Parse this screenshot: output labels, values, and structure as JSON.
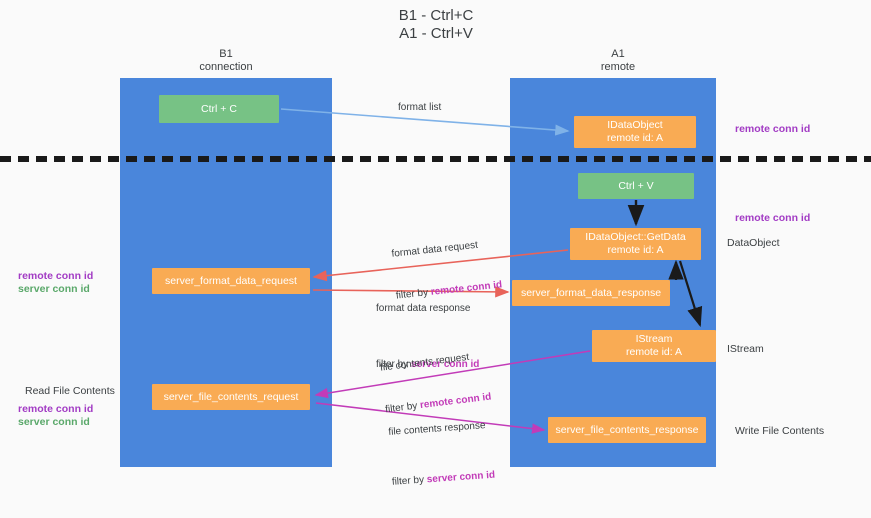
{
  "diagram": {
    "title": "B1 - Ctrl+C\nA1 - Ctrl+V",
    "colors": {
      "lane": "#4a86db",
      "node_green": "#77c285",
      "node_orange": "#f9ab54",
      "accent_purple": "#a23bc4",
      "accent_green": "#5aa86a",
      "arrow_red": "#e8635a",
      "arrow_magenta": "#c23bb8",
      "arrow_blue": "#7fb2e8",
      "arrow_black": "#1a1a1a",
      "background": "#fafafa"
    },
    "lanes": [
      {
        "id": "b1",
        "title": "B1",
        "subtitle": "connection"
      },
      {
        "id": "a1",
        "title": "A1",
        "subtitle": "remote"
      }
    ],
    "nodes": {
      "ctrl_c": "Ctrl + C",
      "idataobject": "IDataObject\nremote id: A",
      "ctrl_v": "Ctrl + V",
      "getdata": "IDataObject::GetData\nremote id: A",
      "server_format_data_request": "server_format_data_request",
      "server_format_data_response": "server_format_data_response",
      "istream": "IStream\nremote id: A",
      "server_file_contents_request": "server_file_contents_request",
      "server_file_contents_response": "server_file_contents_response"
    },
    "edge_labels": {
      "format_list": "format list",
      "format_data_request": "format data request",
      "format_data_request_filter_prefix": "filter by ",
      "format_data_request_filter_key": "remote conn id",
      "format_data_response": "format data response",
      "format_data_response_filter_prefix": "filter by ",
      "format_data_response_filter_key": "server conn id",
      "file_contents_request": "file contents request",
      "file_contents_request_filter_prefix": "filter by ",
      "file_contents_request_filter_key": "remote conn id",
      "file_contents_response": "file contents response",
      "file_contents_response_filter_prefix": "filter by ",
      "file_contents_response_filter_key": "server conn id"
    },
    "side_labels": {
      "remote_conn_id_top": "remote conn id",
      "remote_conn_id_mid": "remote conn id",
      "dataobject": "DataObject",
      "istream": "IStream",
      "write_file_contents": "Write File Contents",
      "read_file_contents": "Read File Contents",
      "left_remote_conn_id_1": "remote conn id",
      "left_server_conn_id_1": "server conn id",
      "left_remote_conn_id_2": "remote conn id",
      "left_server_conn_id_2": "server conn id"
    }
  }
}
